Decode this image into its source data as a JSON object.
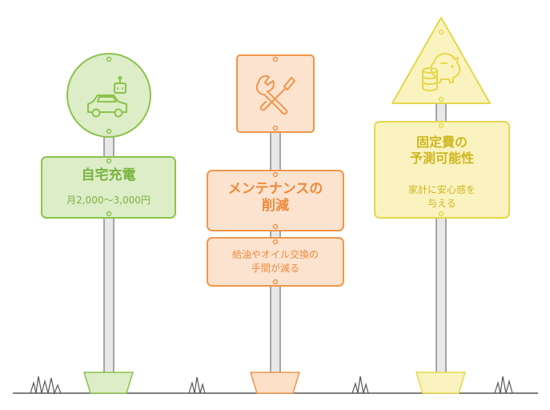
{
  "signs": [
    {
      "title": "自宅充電",
      "subtitle": "月2,000〜3,000円",
      "icon": "car-robot-icon",
      "color": "#8bc34a"
    },
    {
      "title_line1": "メンテナンスの",
      "title_line2": "削減",
      "subtitle_line1": "給油やオイル交換の",
      "subtitle_line2": "手間が減る",
      "icon": "wrench-screwdriver-icon",
      "color": "#f0964a"
    },
    {
      "title_line1": "固定費の",
      "title_line2": "予測可能性",
      "subtitle_line1": "家計に安心感を",
      "subtitle_line2": "与える",
      "icon": "piggy-bank-coins-icon",
      "color": "#e6d74a"
    }
  ]
}
